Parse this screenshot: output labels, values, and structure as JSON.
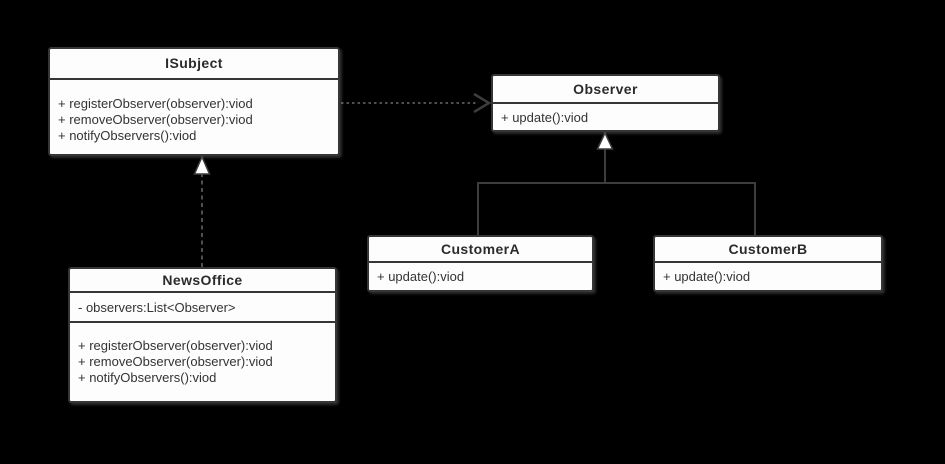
{
  "diagram_type": "uml-class-diagram",
  "classes": {
    "isubject": {
      "name": "ISubject",
      "fields": [],
      "methods": [
        "+ registerObserver(observer):viod",
        "+ removeObserver(observer):viod",
        "+ notifyObservers():viod"
      ]
    },
    "observer": {
      "name": "Observer",
      "fields": [],
      "methods": [
        "+ update():viod"
      ]
    },
    "customer_a": {
      "name": "CustomerA",
      "fields": [],
      "methods": [
        "+ update():viod"
      ]
    },
    "customer_b": {
      "name": "CustomerB",
      "fields": [],
      "methods": [
        "+ update():viod"
      ]
    },
    "news_office": {
      "name": "NewsOffice",
      "fields": [
        "- observers:List<Observer>"
      ],
      "methods": [
        "+ registerObserver(observer):viod",
        "+ removeObserver(observer):viod",
        "+ notifyObservers():viod"
      ]
    }
  },
  "relationships": [
    {
      "type": "dependency",
      "from": "ISubject",
      "to": "Observer",
      "line": "dotted",
      "arrowhead": "open"
    },
    {
      "type": "realization",
      "from": "NewsOffice",
      "to": "ISubject",
      "line": "dashed",
      "arrowhead": "hollow-triangle"
    },
    {
      "type": "generalization",
      "from": "CustomerA",
      "to": "Observer",
      "line": "solid",
      "arrowhead": "hollow-triangle"
    },
    {
      "type": "generalization",
      "from": "CustomerB",
      "to": "Observer",
      "line": "solid",
      "arrowhead": "hollow-triangle"
    }
  ],
  "colors": {
    "background": "#000000",
    "class_fill": "#fdfdfd",
    "class_border": "#363636",
    "text": "#333333",
    "solid_connector": "#3d3d3d",
    "dashed_connector": "#4f4f4f",
    "arrowhead_fill": "#ffffff"
  }
}
